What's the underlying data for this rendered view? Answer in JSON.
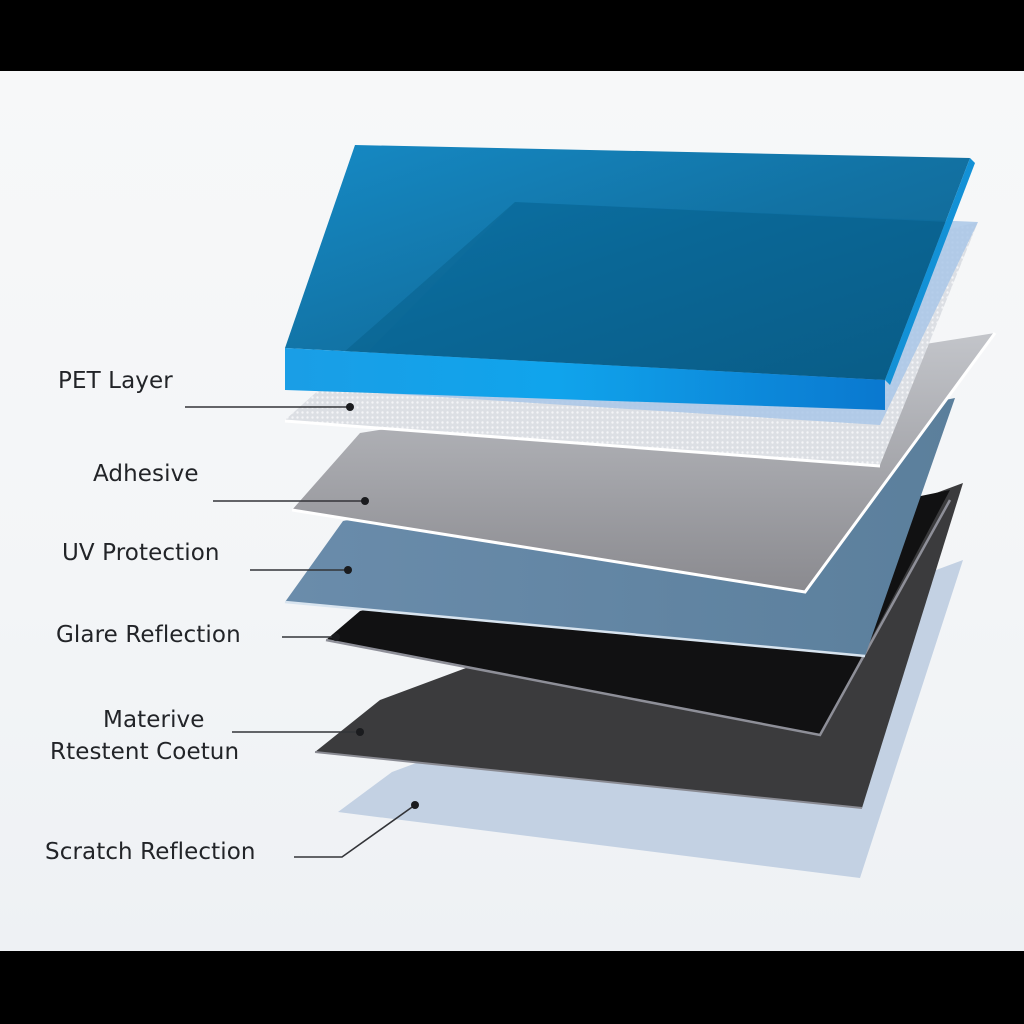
{
  "diagram": {
    "title": "",
    "type": "exploded-layer-stack",
    "colors": {
      "background": "#f4f6f8",
      "letterbox": "#000000",
      "pet_blue": "#1596dc",
      "pet_top_dark": "#04618f",
      "dotted_layer": "#e2e4e8",
      "adhesive_gray": "#9b9ca1",
      "uv_blue_gray": "#5f84a2",
      "glare_black": "#111111",
      "coating_dark": "#3b3b3d",
      "scratch_light_blue": "#c3d1e3",
      "label_text": "#222428",
      "leader_line": "#333333"
    },
    "labels": [
      {
        "id": "pet-layer",
        "text": "PET Layer"
      },
      {
        "id": "adhesive",
        "text": "Adhesive"
      },
      {
        "id": "uv-protection",
        "text": "UV Protection"
      },
      {
        "id": "glare-reflection",
        "text": "Glare Reflection"
      },
      {
        "id": "materive",
        "line1": "Materive",
        "line2": "Rtestent Coetun"
      },
      {
        "id": "scratch-reflection",
        "text": "Scratch Reflection"
      }
    ]
  }
}
